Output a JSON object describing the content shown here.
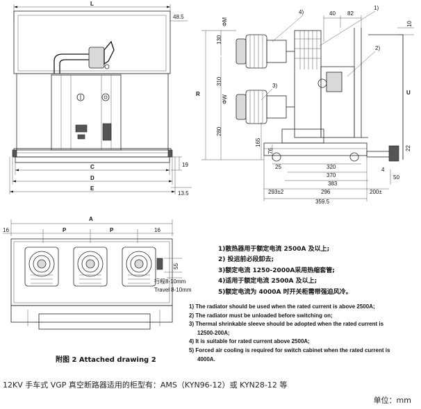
{
  "front_view": {
    "dims": {
      "L": "L",
      "d485": "48.5",
      "C": "C",
      "D": "D",
      "E": "E",
      "d19": "19",
      "d135": "13.5"
    }
  },
  "side_view": {
    "callouts": [
      "4)",
      "1)",
      "2)",
      "3)"
    ],
    "dims": {
      "d40": "40",
      "d82": "82",
      "d10": "10",
      "phiM": "ΦM",
      "d130": "130",
      "d310": "310",
      "R": "R",
      "phiW": "ΦW",
      "d280": "280",
      "U": "U",
      "d165": "165",
      "d76": "76",
      "d22": "22",
      "d25": "25",
      "d320": "320",
      "d370": "370",
      "d383": "383",
      "d4": "4",
      "d50": "50",
      "d2932": "293±2",
      "d296": "296",
      "d200": "200±",
      "d3595": "359.5"
    }
  },
  "top_view": {
    "dims": {
      "d16l": "16",
      "A": "A",
      "P1": "P",
      "P2": "P",
      "d16r": "16",
      "d55": "55",
      "travel_cn": "行程8-10mm",
      "travel_en": "Travel 8-10mm"
    }
  },
  "notes_cn": [
    "1)散热器用于额定电流 2500A 及以上;",
    "2) 投运前必段卸去;",
    "3)额定电流 1250-2000A采用热缩套管;",
    "4)适用于额定电流 2500A 及以上;",
    "5)额定电流为 4000A 时开关柜需带强迫风冷。"
  ],
  "notes_en": [
    {
      "first": "1) The radiator should be used when the rated current is above 2500A;",
      "rest": ""
    },
    {
      "first": "2) The radiator must be unloaded before switching on;",
      "rest": ""
    },
    {
      "first": "3) Thermal shrinkable sleeve should be adopted when the rated current is",
      "rest": "12500-200A;"
    },
    {
      "first": "4) It is suitable for rated current above 2500A;",
      "rest": ""
    },
    {
      "first": "5) Forced air cooling is required for switch cabinet when the rated current is",
      "rest": "4000A."
    }
  ],
  "caption": "附图 2   Attached drawing 2",
  "bottom_text": "12KV 手车式 VGP 真空断路器适用的柜型有：AMS（KYN96-12）或 KYN28-12 等",
  "unit_text": "单位：mm"
}
